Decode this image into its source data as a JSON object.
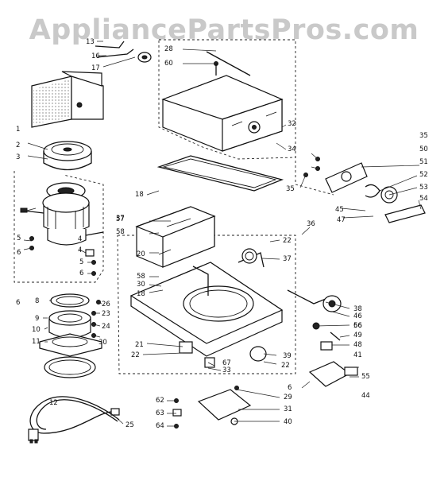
{
  "watermark": "AppliancePartsPros.com",
  "callouts": [
    {
      "id": "c1",
      "text": "1"
    },
    {
      "id": "c2",
      "text": "2"
    },
    {
      "id": "c3",
      "text": "3"
    },
    {
      "id": "c4a",
      "text": "4"
    },
    {
      "id": "c4b",
      "text": "4"
    },
    {
      "id": "c5a",
      "text": "5"
    },
    {
      "id": "c5b",
      "text": "5"
    },
    {
      "id": "c6a",
      "text": "6"
    },
    {
      "id": "c6b",
      "text": "6"
    },
    {
      "id": "c6c",
      "text": "6"
    },
    {
      "id": "c6d",
      "text": "6"
    },
    {
      "id": "c8",
      "text": "8"
    },
    {
      "id": "c9",
      "text": "9"
    },
    {
      "id": "c10",
      "text": "10"
    },
    {
      "id": "c11",
      "text": "11"
    },
    {
      "id": "c12",
      "text": "12"
    },
    {
      "id": "c13",
      "text": "13"
    },
    {
      "id": "c16",
      "text": "16"
    },
    {
      "id": "c17",
      "text": "17"
    },
    {
      "id": "c18a",
      "text": "18"
    },
    {
      "id": "c18b",
      "text": "18"
    },
    {
      "id": "c20",
      "text": "20"
    },
    {
      "id": "c21",
      "text": "21"
    },
    {
      "id": "c22a",
      "text": "22"
    },
    {
      "id": "c22b",
      "text": "22"
    },
    {
      "id": "c22c",
      "text": "22"
    },
    {
      "id": "c23",
      "text": "23"
    },
    {
      "id": "c24",
      "text": "24"
    },
    {
      "id": "c25",
      "text": "25"
    },
    {
      "id": "c26",
      "text": "26"
    },
    {
      "id": "c28",
      "text": "28"
    },
    {
      "id": "c29",
      "text": "29"
    },
    {
      "id": "c30a",
      "text": "30"
    },
    {
      "id": "c30b",
      "text": "30"
    },
    {
      "id": "c31",
      "text": "31"
    },
    {
      "id": "c32",
      "text": "32"
    },
    {
      "id": "c33",
      "text": "33"
    },
    {
      "id": "c34",
      "text": "34"
    },
    {
      "id": "c35a",
      "text": "35"
    },
    {
      "id": "c35b",
      "text": "35"
    },
    {
      "id": "c36",
      "text": "36"
    },
    {
      "id": "c37a",
      "text": "37"
    },
    {
      "id": "c37b",
      "text": "37"
    },
    {
      "id": "c38",
      "text": "38"
    },
    {
      "id": "c39",
      "text": "39"
    },
    {
      "id": "c40",
      "text": "40"
    },
    {
      "id": "c41",
      "text": "41"
    },
    {
      "id": "c44",
      "text": "44"
    },
    {
      "id": "c45",
      "text": "45"
    },
    {
      "id": "c46",
      "text": "46"
    },
    {
      "id": "c47",
      "text": "47"
    },
    {
      "id": "c48",
      "text": "48"
    },
    {
      "id": "c49",
      "text": "49"
    },
    {
      "id": "c50",
      "text": "50"
    },
    {
      "id": "c51",
      "text": "51"
    },
    {
      "id": "c52",
      "text": "52"
    },
    {
      "id": "c53",
      "text": "53"
    },
    {
      "id": "c54",
      "text": "54"
    },
    {
      "id": "c55",
      "text": "55"
    },
    {
      "id": "c56",
      "text": "56"
    },
    {
      "id": "c57",
      "text": "57"
    },
    {
      "id": "c58a",
      "text": "58"
    },
    {
      "id": "c58b",
      "text": "58"
    },
    {
      "id": "c60",
      "text": "60"
    },
    {
      "id": "c62",
      "text": "62"
    },
    {
      "id": "c63",
      "text": "63"
    },
    {
      "id": "c64",
      "text": "64"
    },
    {
      "id": "c66",
      "text": "66"
    },
    {
      "id": "c67",
      "text": "67"
    }
  ]
}
